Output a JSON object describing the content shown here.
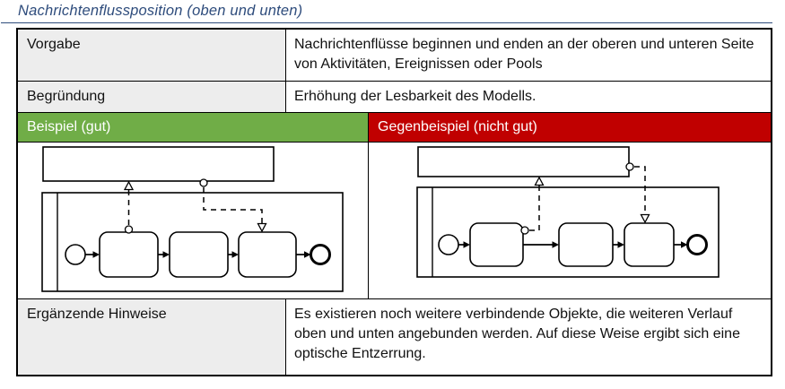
{
  "title": "Nachrichtenflussposition (oben und unten)",
  "table": {
    "vorgabe": {
      "label": "Vorgabe",
      "text": "Nachrichtenflüsse beginnen und enden an der oberen und unteren Seite von Aktivitäten, Ereignissen oder Pools"
    },
    "begruendung": {
      "label": "Begründung",
      "text": "Erhöhung der Lesbarkeit des Modells."
    },
    "beispiel_header": "Beispiel (gut)",
    "gegenbeispiel_header": "Gegenbeispiel (nicht gut)",
    "hinweise": {
      "label": "Ergänzende Hinweise",
      "text": "Es existieren noch weitere verbindende Objekte, die weiteren Verlauf oben und unten angebunden werden. Auf diese Weise ergibt sich eine optische Entzerrung."
    }
  },
  "colors": {
    "title_navy": "#2e4c7c",
    "good_green": "#70ad47",
    "bad_red": "#c00000",
    "label_gray": "#ededed"
  },
  "diagrams": {
    "good": {
      "name": "bpmn-good-example",
      "pools": 2,
      "tasks": 3,
      "events": [
        "start",
        "end"
      ],
      "message_flows": [
        "task1-top-to-pool-bottom",
        "pool-bottom-to-task3-top"
      ]
    },
    "bad": {
      "name": "bpmn-counter-example",
      "pools": 2,
      "tasks": 3,
      "events": [
        "start",
        "end"
      ],
      "message_flows": [
        "task1-right-side-to-pool-bottom",
        "pool-right-side-to-task3-top"
      ]
    }
  }
}
